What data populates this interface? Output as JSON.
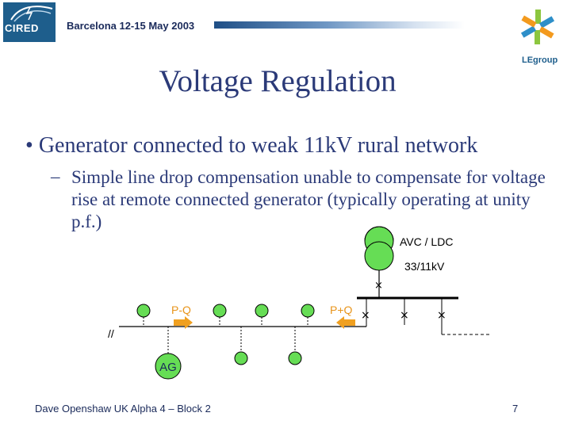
{
  "header": {
    "logo_left": "CIRED",
    "conference": "Barcelona  12-15 May 2003",
    "logo_right": "LEgroup"
  },
  "slide": {
    "title": "Voltage Regulation",
    "bullet": "Generator connected to weak 11kV rural network",
    "subbullet": "Simple line drop compensation unable to compensate for voltage rise at remote connected generator (typically operating at unity p.f.)"
  },
  "diagram": {
    "avc_label": "AVC / LDC",
    "transformer_label": "33/11kV",
    "pq_left": "P-Q",
    "pq_right": "P+Q",
    "generator_label": "AG",
    "break_mark": "//"
  },
  "footer": {
    "author": "Dave Openshaw   UK  Alpha 4 – Block 2",
    "page": "7"
  },
  "colors": {
    "text": "#2b3a78",
    "node_green": "#66dd55",
    "arrow_orange": "#f0a020",
    "label_orange": "#e8941a"
  }
}
